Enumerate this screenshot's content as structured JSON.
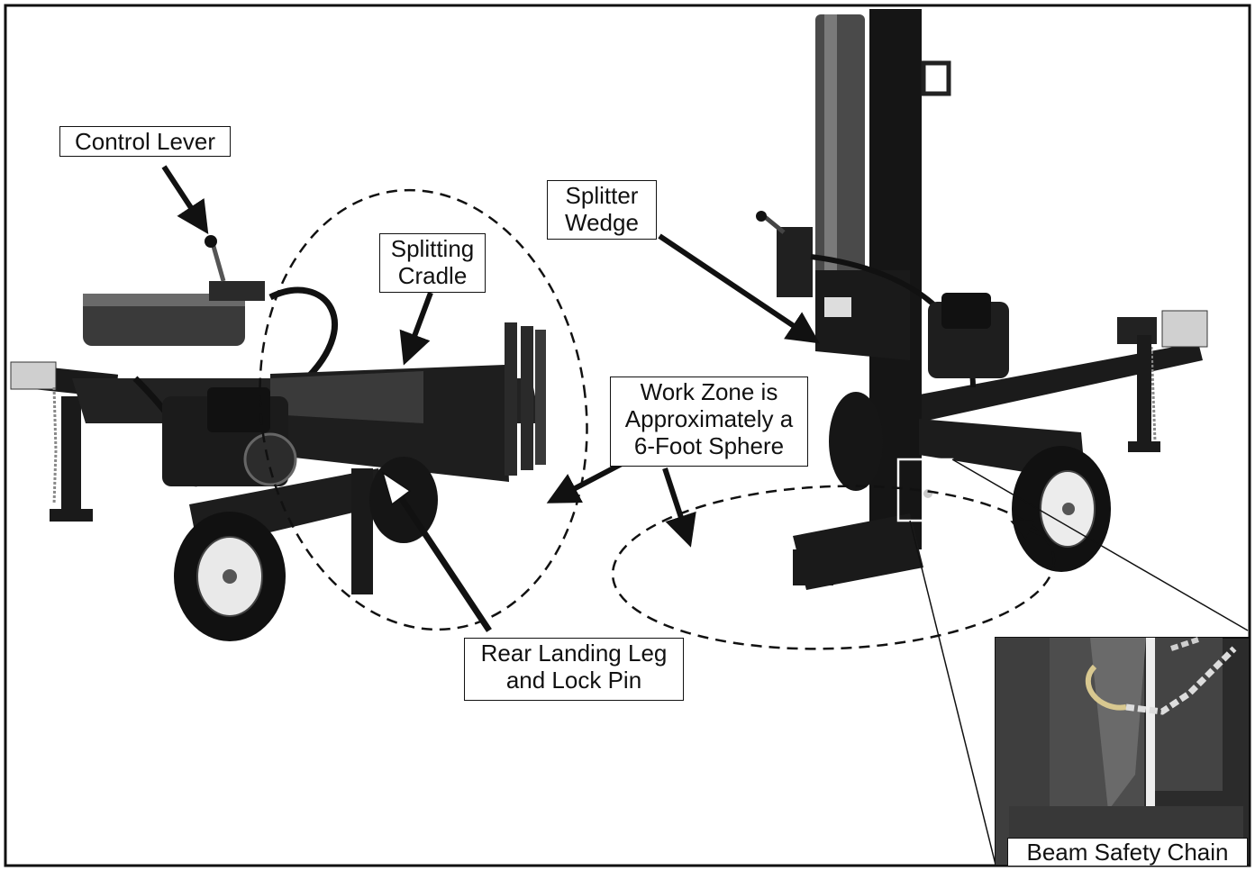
{
  "labels": {
    "control_lever": "Control Lever",
    "splitting_cradle": "Splitting\nCradle",
    "splitter_wedge": "Splitter\nWedge",
    "work_zone": "Work Zone is\nApproximately a\n6-Foot Sphere",
    "rear_landing_leg": "Rear Landing Leg\nand Lock Pin",
    "beam_safety_chain": "Beam Safety Chain"
  }
}
